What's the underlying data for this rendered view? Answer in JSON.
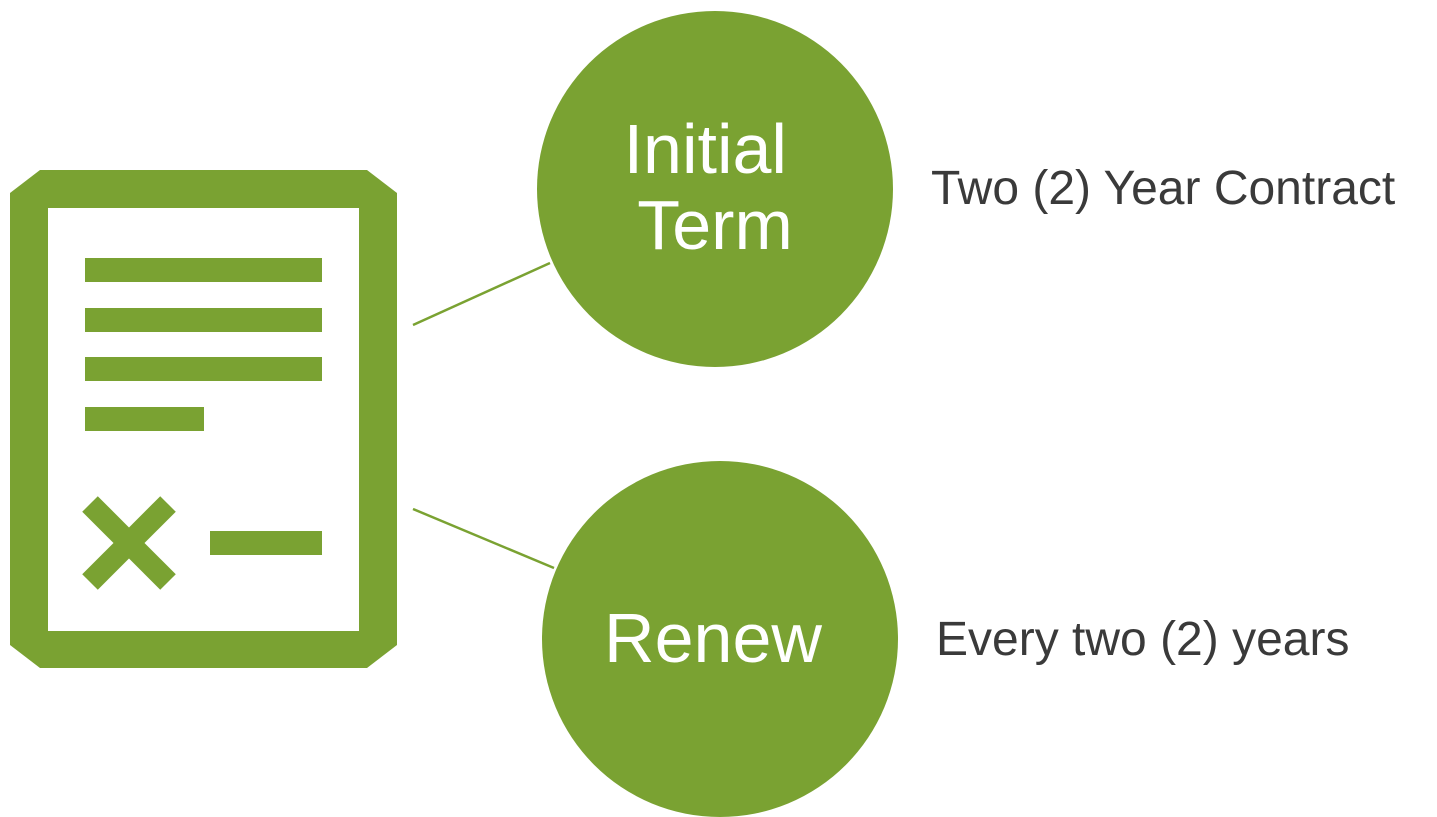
{
  "colors": {
    "accent": "#7aa232",
    "background": "#ffffff",
    "circle_text": "#ffffff",
    "description_text": "#3a3a3a"
  },
  "icon": {
    "name": "contract-document-icon"
  },
  "nodes": [
    {
      "label_lines": [
        "Initial",
        "Term"
      ],
      "description": "Two (2) Year Contract"
    },
    {
      "label_lines": [
        "Renew"
      ],
      "description": "Every two (2) years"
    }
  ]
}
